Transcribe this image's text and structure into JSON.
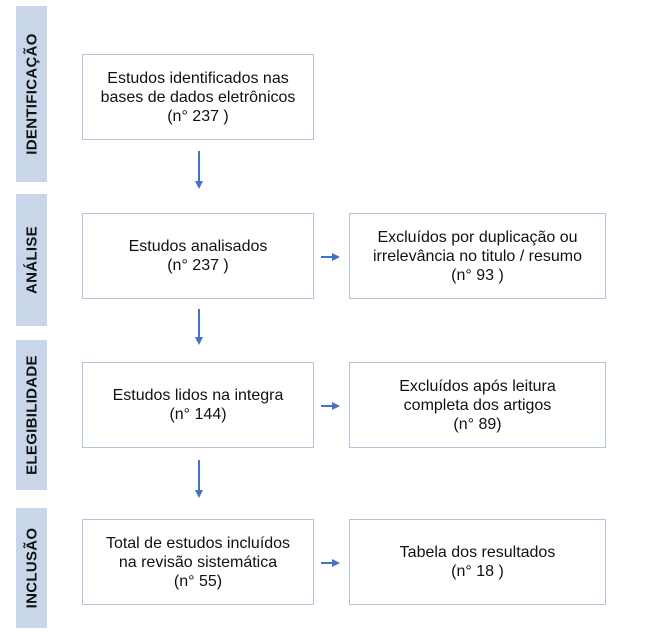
{
  "phases": [
    {
      "label": "IDENTIFICAÇÃO"
    },
    {
      "label": "ANÁLISE"
    },
    {
      "label": "ELEGIBILIDADE"
    },
    {
      "label": "INCLUSÃO"
    }
  ],
  "boxes": {
    "identified": {
      "line1": "Estudos identificados nas",
      "line2": "bases de dados eletrônicos",
      "count": "(n° 237 )"
    },
    "analyzed": {
      "line1": "Estudos analisados",
      "count": "(n° 237 )"
    },
    "excluded_duplication": {
      "line1": "Excluídos por duplicação ou",
      "line2": "irrelevância no titulo / resumo",
      "count": "(n° 93 )"
    },
    "read_full": {
      "line1": "Estudos lidos na integra",
      "count": "(n° 144)"
    },
    "excluded_reading": {
      "line1": "Excluídos após leitura",
      "line2": "completa dos artigos",
      "count": "(n° 89)"
    },
    "included": {
      "line1": "Total de estudos incluídos",
      "line2": "na revisão sistemática",
      "count": "(n° 55)"
    },
    "results_table": {
      "line1": "Tabela dos resultados",
      "count": "(n° 18 )"
    }
  },
  "colors": {
    "phase_band": "#c9d6ea",
    "box_border": "#b4c3dc",
    "arrow": "#4472c4"
  }
}
